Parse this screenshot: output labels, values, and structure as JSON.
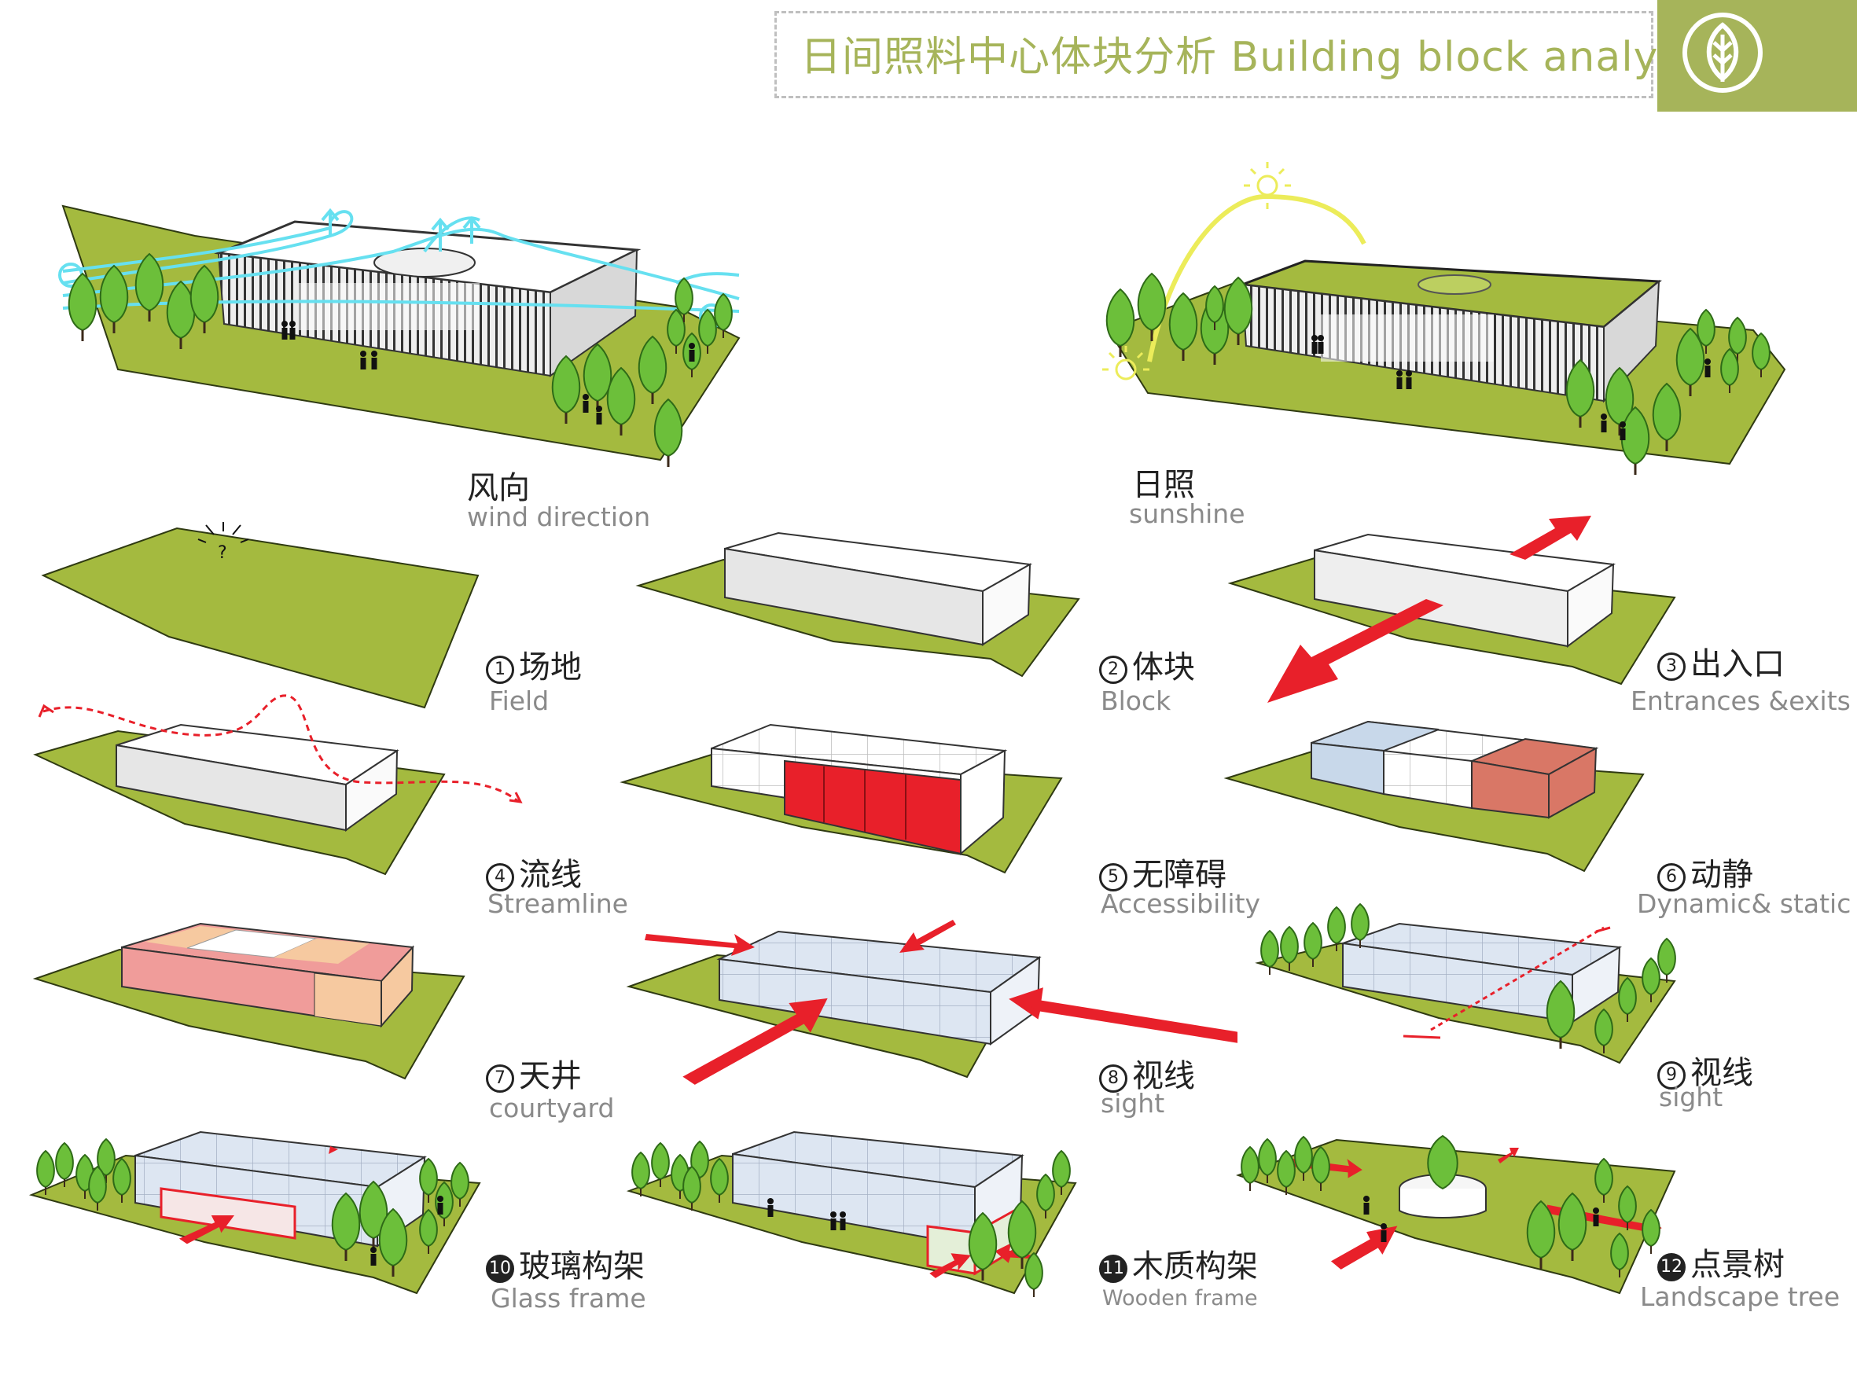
{
  "header": {
    "title": "日间照料中心体块分析 Building block analysis",
    "accent_color": "#a6b45a",
    "icon": "leaf-icon"
  },
  "top_panels": [
    {
      "cn": "风向",
      "en": "wind direction"
    },
    {
      "cn": "日照",
      "en": "sunshine"
    }
  ],
  "steps": [
    {
      "num": "1",
      "cn": "场地",
      "en": "Field"
    },
    {
      "num": "2",
      "cn": "体块",
      "en": "Block"
    },
    {
      "num": "3",
      "cn": "出入口",
      "en": "Entrances &exits"
    },
    {
      "num": "4",
      "cn": "流线",
      "en": "Streamline"
    },
    {
      "num": "5",
      "cn": "无障碍",
      "en": "Accessibility"
    },
    {
      "num": "6",
      "cn": "动静",
      "en": "Dynamic& static"
    },
    {
      "num": "7",
      "cn": "天井",
      "en": "courtyard"
    },
    {
      "num": "8",
      "cn": "视线",
      "en": "sight"
    },
    {
      "num": "9",
      "cn": "视线",
      "en": "sight"
    },
    {
      "num": "10",
      "cn": "玻璃构架",
      "en": "Glass frame"
    },
    {
      "num": "11",
      "cn": "木质构架",
      "en": "Wooden frame"
    },
    {
      "num": "12",
      "cn": "点景树",
      "en": "Landscape tree"
    }
  ],
  "colors": {
    "ground": "#a4ba3f",
    "block": "#ffffff",
    "block_side": "#dcdcdc",
    "glass": "#dde6f2",
    "arrow_red": "#e8202a",
    "static_zone": "#d97766",
    "dynamic_zone": "#c8d8ea",
    "courtyard_pink": "#f09c9a",
    "courtyard_peach": "#f6c9a0",
    "tree": "#6cbf3a",
    "wind": "#66e0f0",
    "sun": "#ecec5a"
  }
}
